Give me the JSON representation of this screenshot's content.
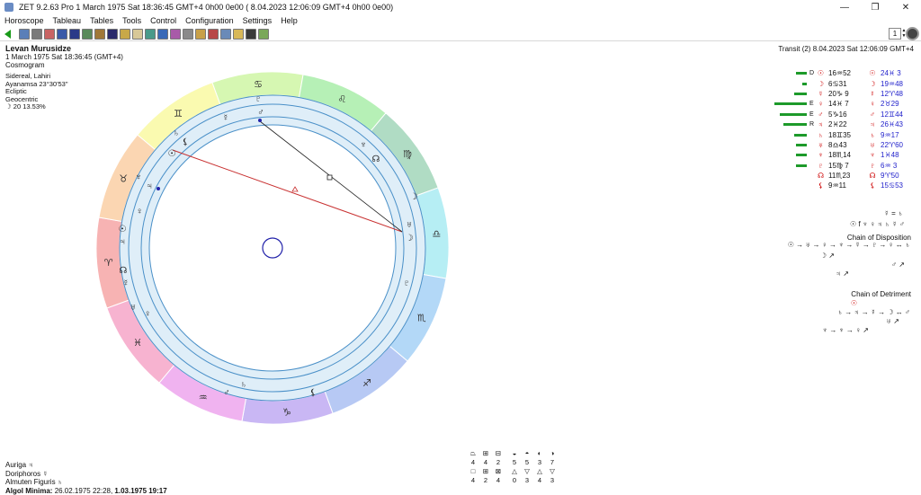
{
  "window": {
    "title": "ZET 9.2.63 Pro    1 March 1975  Sat  18:36:45 GMT+4 0h00  0e00  ( 8.04.2023  12:06:09 GMT+4 0h00 0e00)",
    "minimize": "—",
    "maximize": "❐",
    "close": "✕"
  },
  "menu": [
    "Horoscope",
    "Tableau",
    "Tables",
    "Tools",
    "Control",
    "Configuration",
    "Settings",
    "Help"
  ],
  "toolbar": {
    "page_value": "1",
    "buttons": [
      "tool-1",
      "tool-2",
      "tool-3",
      "tool-4",
      "tool-5",
      "tool-6",
      "tool-7",
      "tool-8",
      "tool-9",
      "tool-10",
      "tool-11",
      "tool-12",
      "tool-13",
      "tool-14",
      "tool-15",
      "tool-16",
      "tool-17",
      "tool-18",
      "tool-19",
      "tool-20"
    ]
  },
  "chart": {
    "name": "Levan Murusidze",
    "datetime": "1 March 1975  Sat  18:36:45 (GMT+4)",
    "type": "Cosmogram",
    "transit": "Transit (2)  8.04.2023  Sat 12:06:09 GMT+4"
  },
  "settings_info": [
    "Sidereal, Lahiri",
    "Ayanamsa 23°30'53\"",
    "Ecliptic",
    "Geocentric",
    "☽  20 13.53%"
  ],
  "zodiac": [
    {
      "glyph": "♈",
      "color": "#f7b3b3"
    },
    {
      "glyph": "♉",
      "color": "#fbd6b2"
    },
    {
      "glyph": "♊",
      "color": "#fafab0"
    },
    {
      "glyph": "♋",
      "color": "#d6f7b2"
    },
    {
      "glyph": "♌",
      "color": "#b6f0b6"
    },
    {
      "glyph": "♍",
      "color": "#b0dcc4"
    },
    {
      "glyph": "♎",
      "color": "#b6eef4"
    },
    {
      "glyph": "♏",
      "color": "#b3d8f7"
    },
    {
      "glyph": "♐",
      "color": "#b7c9f4"
    },
    {
      "glyph": "♑",
      "color": "#c9b7f4"
    },
    {
      "glyph": "♒",
      "color": "#f0b3f0"
    },
    {
      "glyph": "♓",
      "color": "#f7b3d0"
    }
  ],
  "planets_table": [
    {
      "bar": 12,
      "tag": "D",
      "p1": "☉",
      "pos1": "16♒52",
      "p2": "☉",
      "pos2": "24♓ 3"
    },
    {
      "bar": 5,
      "tag": "",
      "p1": "☽",
      "pos1": "6♋31",
      "p2": "☽",
      "pos2": "19♒48"
    },
    {
      "bar": 14,
      "tag": "",
      "p1": "☿",
      "pos1": "20♑ 9",
      "p2": "☿",
      "pos2": "12♈48"
    },
    {
      "bar": 36,
      "tag": "E",
      "p1": "♀",
      "pos1": "14♓ 7",
      "p2": "♀",
      "pos2": "2♉29"
    },
    {
      "bar": 30,
      "tag": "E",
      "p1": "♂",
      "pos1": "5♑16",
      "p2": "♂",
      "pos2": "12♊44"
    },
    {
      "bar": 26,
      "tag": "R",
      "p1": "♃",
      "pos1": "2♓22",
      "p2": "♃",
      "pos2": "26♓43"
    },
    {
      "bar": 14,
      "tag": "",
      "p1": "♄",
      "pos1": "18♊35",
      "p2": "♄",
      "pos2": "9♒17"
    },
    {
      "bar": 12,
      "tag": "",
      "p1": "♅",
      "pos1": "8♎43",
      "p2": "♅",
      "pos2": "22♈60"
    },
    {
      "bar": 12,
      "tag": "",
      "p1": "♆",
      "pos1": "18♏14",
      "p2": "♆",
      "pos2": "1♓48"
    },
    {
      "bar": 12,
      "tag": "",
      "p1": "♇",
      "pos1": "15♍ 7",
      "p2": "♇",
      "pos2": "6♒ 3"
    },
    {
      "bar": 0,
      "tag": "",
      "p1": "☊",
      "pos1": "11♏23",
      "p2": "☊",
      "pos2": "9♈50"
    },
    {
      "bar": 0,
      "tag": "",
      "p1": "⚸",
      "pos1": "9♒11",
      "p2": "⚸",
      "pos2": "15♋53"
    }
  ],
  "chains": {
    "top1": "☿ = ♄",
    "top2": "☉ f ♆ ♀ ♃ ♄ ☿ ♂",
    "disposition_title": "Chain of Disposition",
    "disposition_line": "☉ → ♅ → ♀ → ♆ → ☿ → ♇ → ♀ ↔ ♄",
    "disposition_sub1": "☽ ↗",
    "disposition_sub2": "♂ ↗",
    "disposition_sub3": "♃ ↗",
    "detriment_title": "Chain of Detriment",
    "detriment_sun": "☉",
    "detriment_line": "♄ → ♃ → ☿ → ☽ ↔ ♂",
    "detriment_sub1": "♅ ↗",
    "detriment_line2": "♆ → ♆ → ♀ ↗"
  },
  "bottom": {
    "auriga": "Auriga  ♃",
    "doriphoros": "Doriphoros  ☿",
    "almuten": "Almuten Figuris  ♄",
    "algol_label": "Algol Minima:",
    "algol_dates": "26.02.1975 22:28,  ",
    "algol_bold": "1.03.1975 19:17"
  },
  "stats": {
    "row1": [
      "⏢",
      "⊞",
      "⊟",
      "",
      "◒",
      "◓",
      "◐",
      "◑"
    ],
    "row2": [
      "4",
      "4",
      "2",
      "",
      "5",
      "5",
      "3",
      "7"
    ],
    "row3": [
      "□",
      "⊞",
      "⊠",
      "",
      "△",
      "▽",
      "△",
      "▽"
    ],
    "row4": [
      "4",
      "2",
      "4",
      "",
      "0",
      "3",
      "4",
      "3"
    ]
  }
}
